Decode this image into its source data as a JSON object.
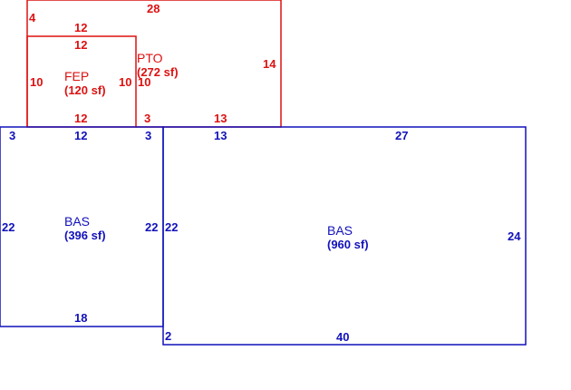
{
  "colors": {
    "upper_structures": "#dd1111",
    "living_areas": "#1111bb",
    "background": "#ffffff"
  },
  "areas": {
    "pto": {
      "name": "PTO",
      "area": "(272 sf)"
    },
    "fep": {
      "name": "FEP",
      "area": "(120 sf)"
    },
    "bas_left": {
      "name": "BAS",
      "area": "(396 sf)"
    },
    "bas_right": {
      "name": "BAS",
      "area": "(960 sf)"
    }
  },
  "dimensions": {
    "pto_top": "28",
    "pto_left_notch": "4",
    "pto_right": "14",
    "pto_bottom": "13",
    "fep_top_outer": "12",
    "fep_top": "12",
    "fep_left": "10",
    "fep_right": "10",
    "fep_right_pto": "10",
    "fep_bottom": "12",
    "fep_bottom_offset": "3",
    "bas_left_top_offset_left": "3",
    "bas_left_top": "12",
    "bas_left_top_offset_right": "3",
    "bas_left_left": "22",
    "bas_left_right": "22",
    "bas_left_bottom": "18",
    "bas_right_top_left": "13",
    "bas_right_top": "27",
    "bas_right_left": "22",
    "bas_right_right": "24",
    "bas_right_bottom": "40",
    "bas_right_step": "2"
  }
}
